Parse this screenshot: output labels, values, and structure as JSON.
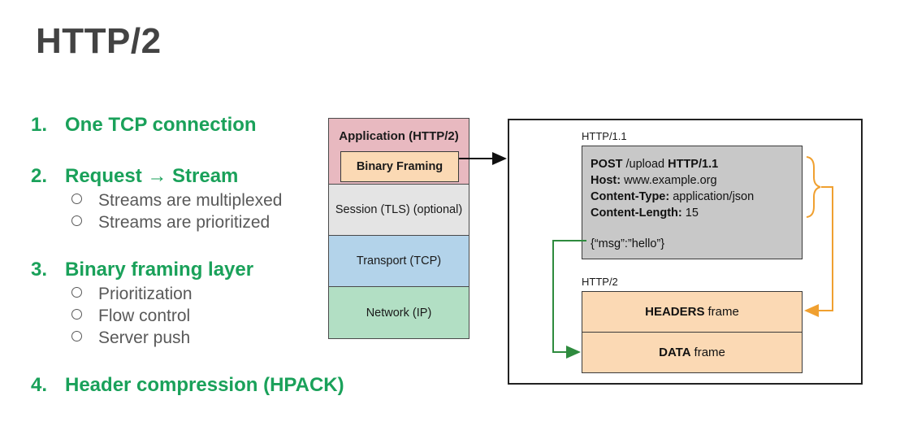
{
  "title": "HTTP/2",
  "points": [
    {
      "num": "1.",
      "text": "One TCP connection",
      "subs": []
    },
    {
      "num": "2.",
      "text": "Request → Stream",
      "subs": [
        "Streams are multiplexed",
        "Streams are prioritized"
      ]
    },
    {
      "num": "3.",
      "text": "Binary framing layer",
      "subs": [
        "Prioritization",
        "Flow control",
        "Server push"
      ]
    },
    {
      "num": "4.",
      "text": "Header compression (HPACK)",
      "subs": []
    }
  ],
  "stack": {
    "application": "Application (HTTP/2)",
    "framing": "Binary Framing",
    "session": "Session (TLS) (optional)",
    "transport": "Transport (TCP)",
    "network": "Network (IP)"
  },
  "http11": {
    "label": "HTTP/1.1",
    "request_method": "POST",
    "request_path": " /upload ",
    "request_version": "HTTP/1.1",
    "host_key": "Host:",
    "host_val": " www.example.org",
    "ctype_key": "Content-Type:",
    "ctype_val": " application/json",
    "clen_key": "Content-Length:",
    "clen_val": " 15",
    "body": "{“msg”:”hello”}"
  },
  "http2": {
    "label": "HTTP/2",
    "headers_bold": "HEADERS",
    "headers_rest": "frame",
    "data_bold": "DATA",
    "data_rest": "frame"
  },
  "colors": {
    "accent_green": "#1aa15a",
    "brace_orange": "#f0a030",
    "arrow_green": "#2e8b3e",
    "application": "#e8b9c0",
    "framing": "#fbd9b4",
    "session": "#e4e4e4",
    "transport": "#b3d3ea",
    "network": "#b2dfc4"
  }
}
